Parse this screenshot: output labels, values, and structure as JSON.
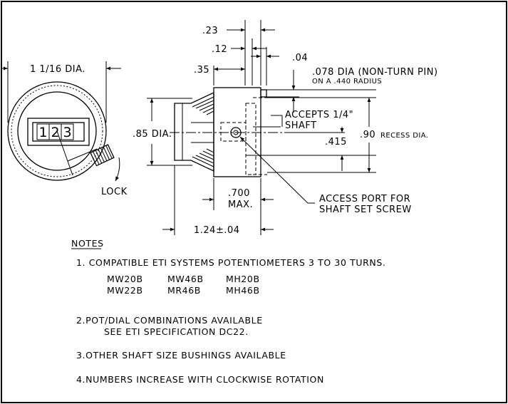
{
  "dimensions": {
    "dial_dia": "1 1/16 DIA.",
    "d23": ".23",
    "d12": ".12",
    "d04": ".04",
    "d35": ".35",
    "pin_line1": ".078 DIA (NON-TURN PIN)",
    "pin_line2": "ON A .440 RADIUS",
    "accepts1": "ACCEPTS 1/4\"",
    "accepts2": "SHAFT",
    "d85": ".85 DIA.",
    "d415": ".415",
    "d90_num": ".90",
    "d90_txt": "RECESS DIA.",
    "d700": ".700",
    "max": "MAX.",
    "access1": "ACCESS PORT FOR",
    "access2": "SHAFT SET SCREW",
    "d124": "1.24±.04"
  },
  "dial": {
    "counter": [
      "1",
      "2",
      "3"
    ],
    "lock_label": "LOCK"
  },
  "notes": {
    "heading": "NOTES",
    "n1": "1. COMPATIBLE ETI SYSTEMS POTENTIOMETERS 3 TO 30 TURNS.",
    "models_row1": [
      "MW20B",
      "MW46B",
      "MH20B"
    ],
    "models_row2": [
      "MW22B",
      "MR46B",
      "MH46B"
    ],
    "n2a": "2.POT/DIAL COMBINATIONS AVAILABLE",
    "n2b": "SEE ETI SPECIFICATION DC22.",
    "n3": "3.OTHER SHAFT SIZE BUSHINGS AVAILABLE",
    "n4": "4.NUMBERS INCREASE WITH CLOCKWISE ROTATION"
  }
}
